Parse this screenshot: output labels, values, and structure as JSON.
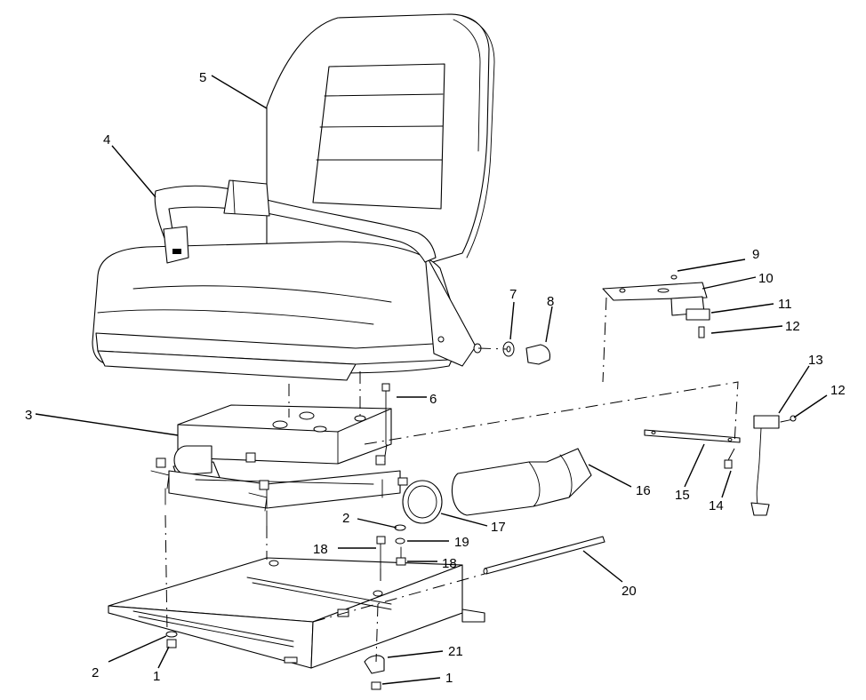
{
  "callouts": {
    "c1a": "1",
    "c1b": "1",
    "c2a": "2",
    "c2b": "2",
    "c3": "3",
    "c4": "4",
    "c5": "5",
    "c6": "6",
    "c7": "7",
    "c8": "8",
    "c9": "9",
    "c10": "10",
    "c11": "11",
    "c12a": "12",
    "c12b": "12",
    "c13": "13",
    "c14": "14",
    "c15": "15",
    "c16": "16",
    "c17": "17",
    "c18a": "18",
    "c18b": "18",
    "c19": "19",
    "c20": "20",
    "c21": "21"
  }
}
